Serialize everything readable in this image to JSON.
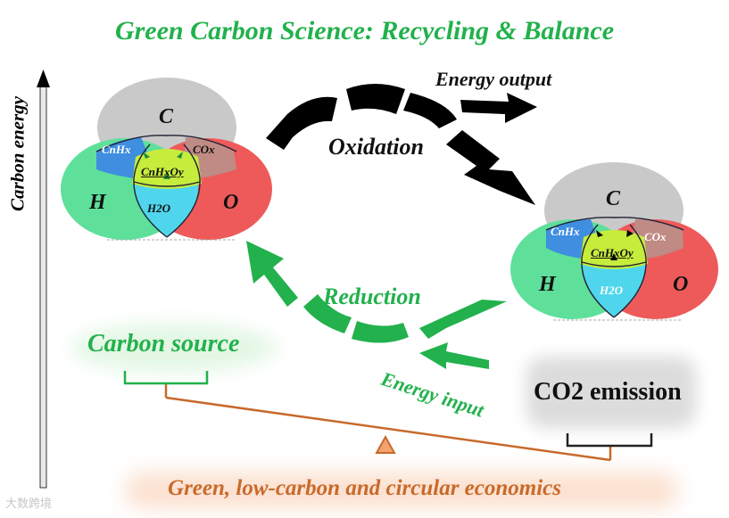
{
  "title": "Green Carbon Science: Recycling & Balance",
  "axis_label": "Carbon energy",
  "labels": {
    "energy_output": "Energy output",
    "oxidation": "Oxidation",
    "reduction": "Reduction",
    "energy_input": "Energy input",
    "carbon_source": "Carbon source",
    "co2_emission": "CO2 emission",
    "economics": "Green, low-carbon and circular economics"
  },
  "venn": {
    "c": "C",
    "h": "H",
    "o": "O",
    "cnhx": "CnHx",
    "cox": "COx",
    "h2o": "H2O",
    "cnhxoy": "CnHxOy"
  },
  "watermark": "大数跨境",
  "colors": {
    "green_text": "#22b14c",
    "carbon_circle": "#c8c8c8",
    "hydrogen_circle": "#5ee09a",
    "oxygen_circle": "#ee5a5a",
    "ch_overlap": "#3f8ee0",
    "co_overlap": "#c08a85",
    "ho_overlap": "#4fd6ec",
    "center": "#c6ec3c",
    "balance": "#c8692a"
  }
}
